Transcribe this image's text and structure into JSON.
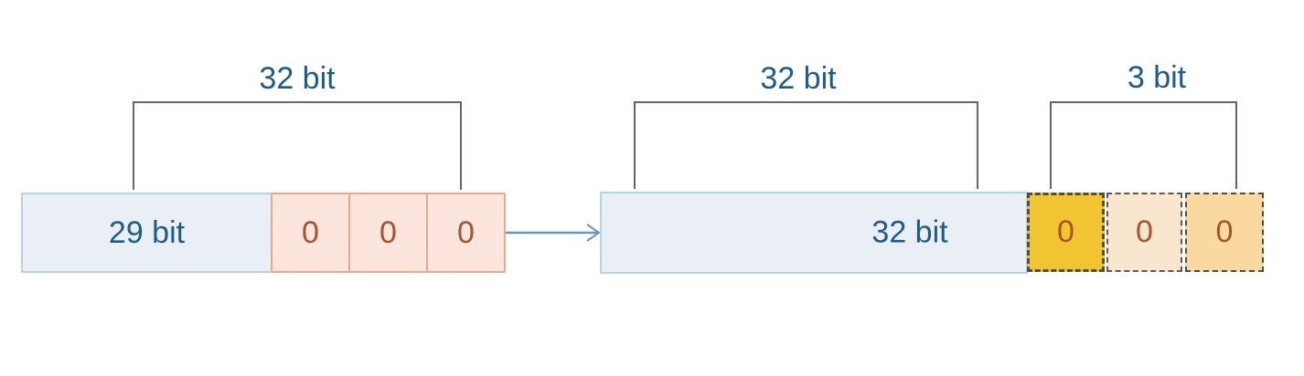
{
  "diagram": {
    "left_group": {
      "width_label": "32 bit",
      "base_label": "29 bit",
      "zero_cells": [
        "0",
        "0",
        "0"
      ]
    },
    "right_group": {
      "width_label": "32 bit",
      "ext_width_label": "3 bit",
      "base_label": "32 bit",
      "zero_cells": [
        "0",
        "0",
        "0"
      ]
    },
    "icons": {
      "arrow": "arrow-right-icon"
    },
    "colors": {
      "label_text": "#1e5b8a",
      "zero_text": "#a5542c",
      "base_fill": "#e9eff4",
      "base_stroke": "#b5d3e0",
      "pink_cell_fill": "#fce5dc",
      "pink_cell_stroke": "#e9a98f",
      "yellow_cell_fill": "#f1c431",
      "peach_cell_fill": "#fae6ce",
      "orange_cell_fill": "#fad9a1",
      "dashed_stroke": "#4d4d4d",
      "bracket_stroke": "#666666",
      "arrow_stroke": "#6b96ba"
    }
  }
}
